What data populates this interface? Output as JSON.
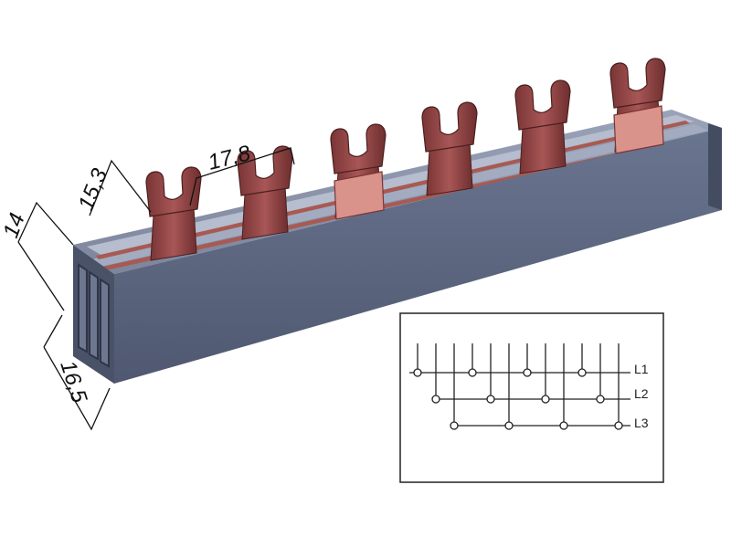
{
  "dimensions": {
    "height_a": "14",
    "height_b": "15,3",
    "pitch": "17,8",
    "width": "16,5"
  },
  "wiring_diagram": {
    "phases": [
      "L1",
      "L2",
      "L3"
    ]
  },
  "colors": {
    "copper": "#9c4a4a",
    "copper_dark": "#6e2e2e",
    "copper_light": "#d98f85",
    "housing_side": "#5f6a82",
    "housing_top": "#8a93a8",
    "channel": "#a7b0c3"
  }
}
